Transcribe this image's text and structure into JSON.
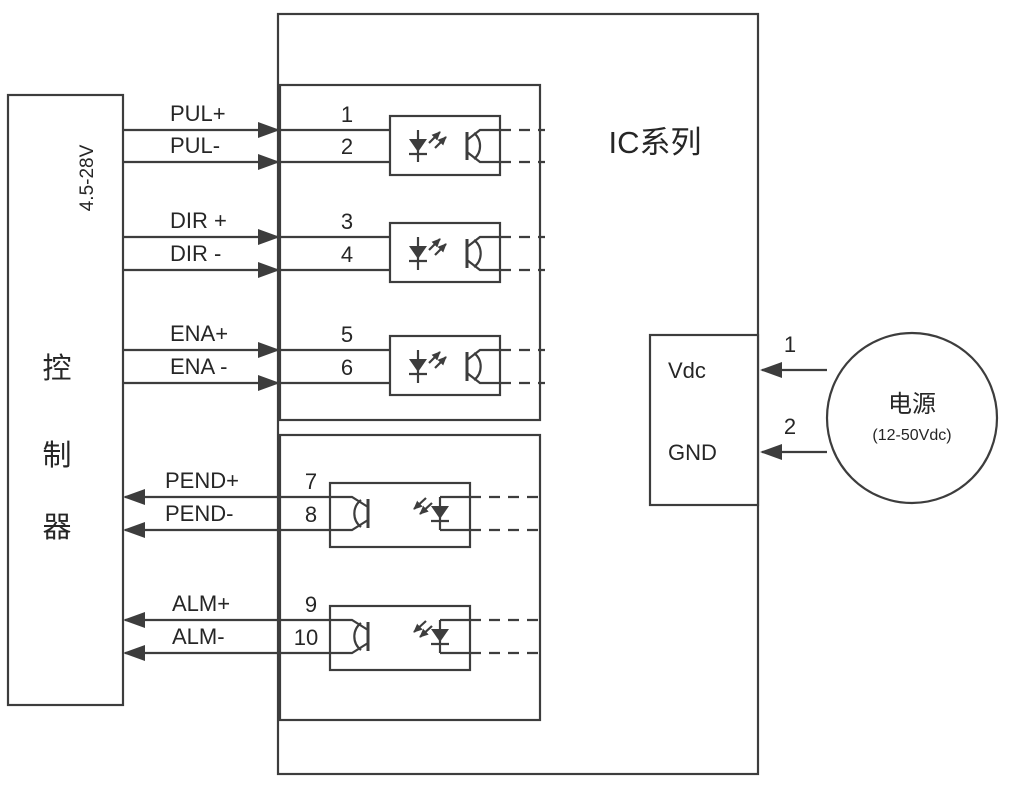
{
  "diagram": {
    "title": "IC系列",
    "controller": {
      "chars": [
        "控",
        "制",
        "器"
      ],
      "voltage_range": "4.5-28V"
    },
    "signals": [
      {
        "label": "PUL+",
        "pin": "1"
      },
      {
        "label": "PUL-",
        "pin": "2"
      },
      {
        "label": "DIR +",
        "pin": "3"
      },
      {
        "label": "DIR -",
        "pin": "4"
      },
      {
        "label": "ENA+",
        "pin": "5"
      },
      {
        "label": "ENA -",
        "pin": "6"
      },
      {
        "label": "PEND+",
        "pin": "7"
      },
      {
        "label": "PEND-",
        "pin": "8"
      },
      {
        "label": "ALM+",
        "pin": "9"
      },
      {
        "label": "ALM-",
        "pin": "10"
      }
    ],
    "power_terminals": {
      "vdc_label": "Vdc",
      "vdc_pin": "1",
      "gnd_label": "GND",
      "gnd_pin": "2"
    },
    "power_supply": {
      "name": "电源",
      "range": "(12-50Vdc)"
    }
  }
}
